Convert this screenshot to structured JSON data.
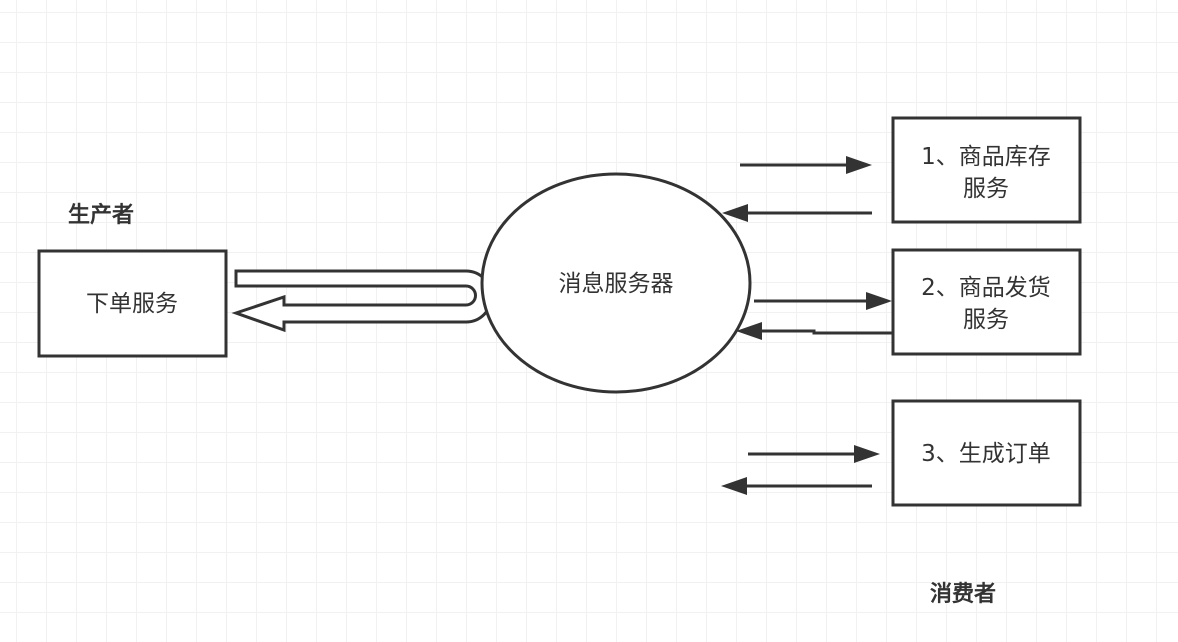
{
  "labels": {
    "producer": "生产者",
    "consumer": "消费者"
  },
  "nodes": {
    "order_service": "下单服务",
    "message_server": "消息服务器",
    "inventory_line1": "1、商品库存",
    "inventory_line2": "服务",
    "shipping_line1": "2、商品发货",
    "shipping_line2": "服务",
    "create_order": "3、生成订单"
  },
  "colors": {
    "stroke": "#333333",
    "grid": "#e4e4e4",
    "background": "#ffffff"
  }
}
